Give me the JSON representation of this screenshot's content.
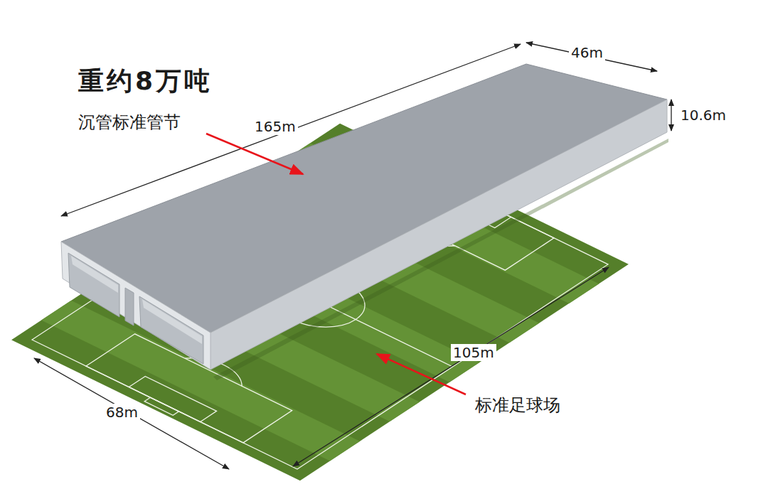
{
  "diagram": {
    "title": "重约8万吨",
    "labels": [
      "沉管标准管节",
      "165m",
      "46m",
      "10.6m",
      "105m",
      "68m",
      "标准足球场"
    ]
  }
}
